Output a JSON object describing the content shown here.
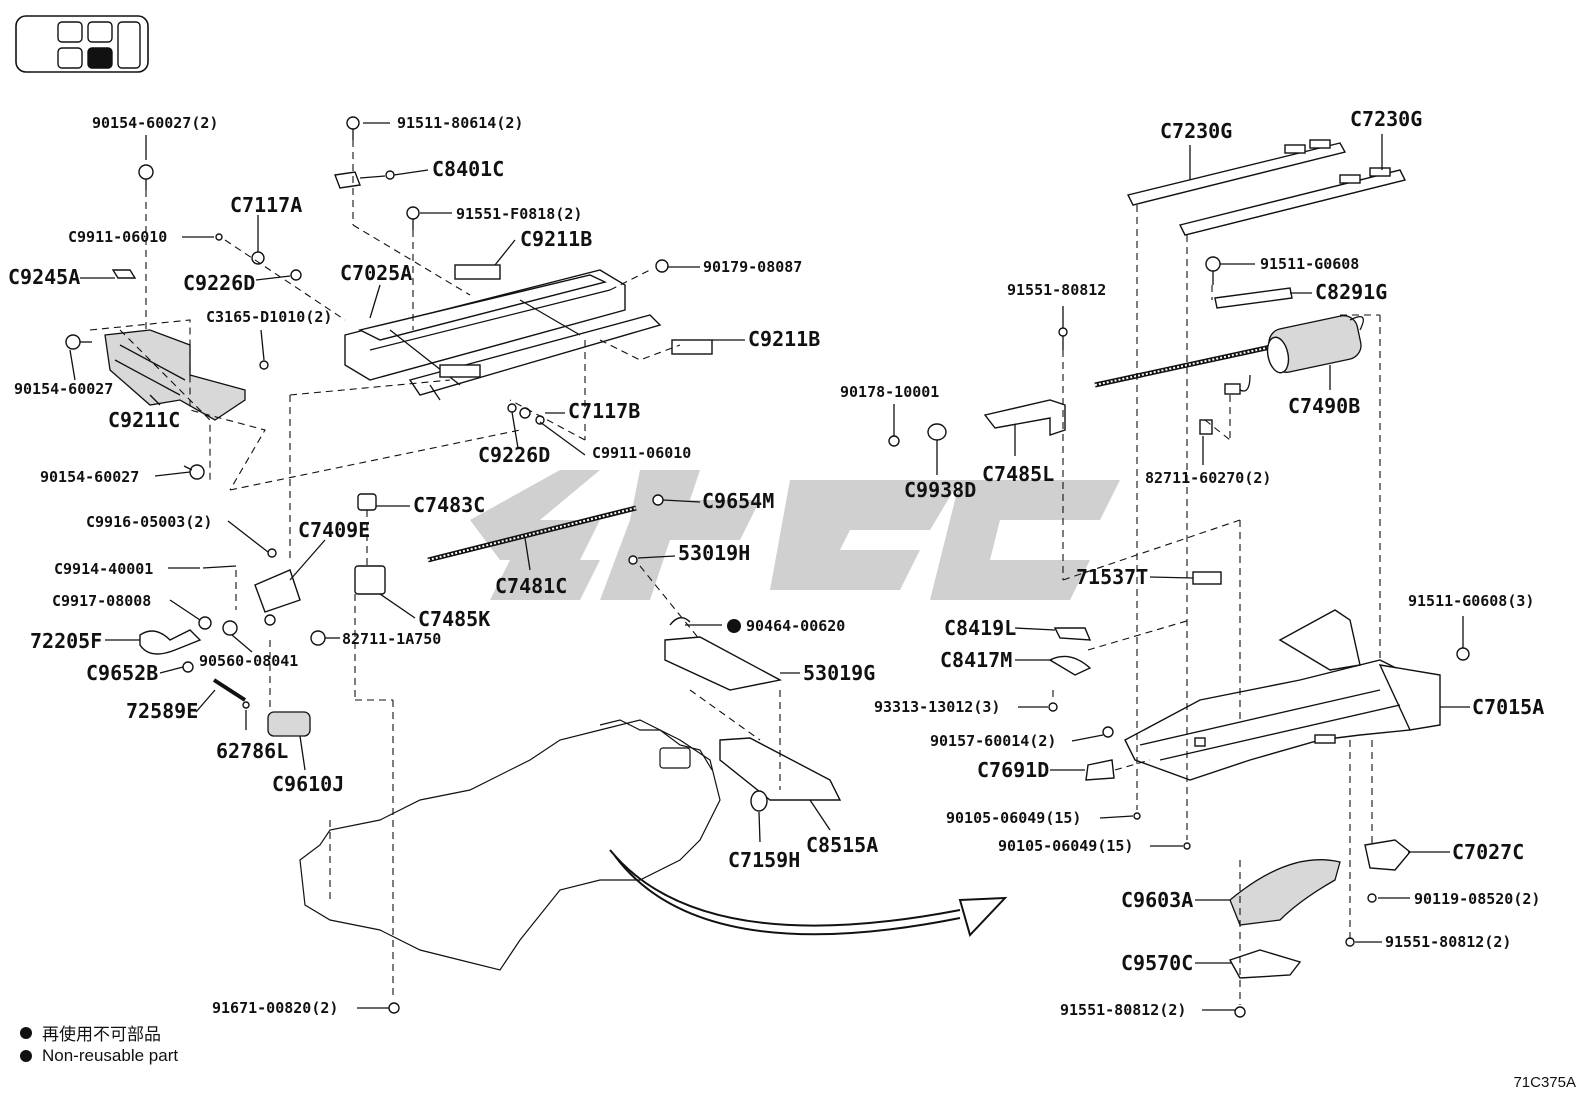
{
  "diagram": {
    "code": "71C375A",
    "legend": [
      {
        "text": "再使用不可部品"
      },
      {
        "text": "Non-reusable part"
      }
    ],
    "labels": {
      "p90154_60027_2": "90154-60027(2)",
      "p91511_80614_2": "91511-80614(2)",
      "C8401C": "C8401C",
      "C7117A": "C7117A",
      "p91551_F0818_2": "91551-F0818(2)",
      "C9911_06010_a": "C9911-06010",
      "C9211B_a": "C9211B",
      "C9245A": "C9245A",
      "C9226D_a": "C9226D",
      "C7025A": "C7025A",
      "p90179_08087": "90179-08087",
      "C3165_D1010_2": "C3165-D1010(2)",
      "C9211B_b": "C9211B",
      "p90154_60027_a": "90154-60027",
      "C9211C": "C9211C",
      "C7117B": "C7117B",
      "C9911_06010_b": "C9911-06010",
      "C9226D_b": "C9226D",
      "p90154_60027_b": "90154-60027",
      "C7483C": "C7483C",
      "C9654M": "C9654M",
      "C9916_05003_2": "C9916-05003(2)",
      "C7409E": "C7409E",
      "C9914_40001": "C9914-40001",
      "C7481C": "C7481C",
      "p53019H": "53019H",
      "C9917_08008": "C9917-08008",
      "C7485K": "C7485K",
      "p72205F": "72205F",
      "p82711_1A750": "82711-1A750",
      "p90560_08041": "90560-08041",
      "C9652B": "C9652B",
      "p90464_00620": "90464-00620",
      "p53019G": "53019G",
      "p72589E": "72589E",
      "p62786L": "62786L",
      "C9610J": "C9610J",
      "C7159H": "C7159H",
      "C8515A": "C8515A",
      "p91671_00820_2": "91671-00820(2)",
      "C7230G_a": "C7230G",
      "C7230G_b": "C7230G",
      "p91511_G0608": "91511-G0608",
      "p91551_80812": "91551-80812",
      "C8291G": "C8291G",
      "p90178_10001": "90178-10001",
      "C7490B": "C7490B",
      "C9938D": "C9938D",
      "C7485L": "C7485L",
      "p82711_60270_2": "82711-60270(2)",
      "p71537T": "71537T",
      "C8419L": "C8419L",
      "p91511_G0608_3": "91511-G0608(3)",
      "C8417M": "C8417M",
      "p93313_13012_3": "93313-13012(3)",
      "C7015A": "C7015A",
      "p90157_60014_2": "90157-60014(2)",
      "C7691D": "C7691D",
      "p90105_06049_15_a": "90105-06049(15)",
      "p90105_06049_15_b": "90105-06049(15)",
      "C7027C": "C7027C",
      "C9603A": "C9603A",
      "p90119_08520_2": "90119-08520(2)",
      "p91551_80812_2_a": "91551-80812(2)",
      "C9570C": "C9570C",
      "p91551_80812_2_b": "91551-80812(2)"
    }
  }
}
